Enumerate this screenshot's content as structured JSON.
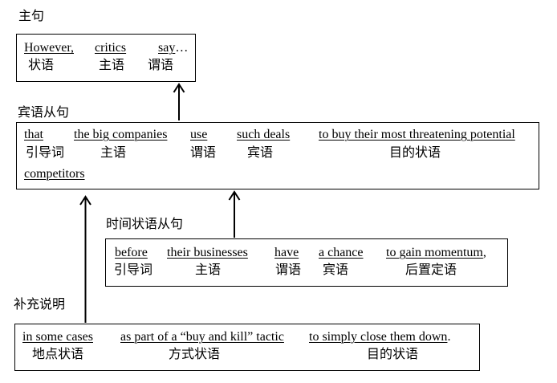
{
  "colors": {
    "ink": "#000000",
    "background": "#ffffff"
  },
  "main_clause": {
    "section_label": "主句",
    "segments": [
      {
        "text": "However,",
        "role": "状语"
      },
      {
        "text": "critics",
        "role": "主语"
      },
      {
        "text": "say",
        "suffix": "…",
        "role": "谓语"
      }
    ]
  },
  "object_clause": {
    "section_label": "宾语从句",
    "segments": [
      {
        "text": "that",
        "role": "引导词"
      },
      {
        "text": "the big companies",
        "role": "主语"
      },
      {
        "text": "use",
        "role": "谓语"
      },
      {
        "text": "such deals",
        "role": "宾语"
      },
      {
        "text": "to buy their most threatening potential",
        "role": "目的状语"
      },
      {
        "text": "competitors"
      }
    ]
  },
  "time_clause": {
    "section_label": "时间状语从句",
    "segments": [
      {
        "text": "before",
        "role": "引导词"
      },
      {
        "text": "their businesses",
        "role": "主语"
      },
      {
        "text": "have",
        "role": "谓语"
      },
      {
        "text": "a chance",
        "role": "宾语"
      },
      {
        "text": "to gain momentum",
        "suffix": ",",
        "role": "后置定语"
      }
    ]
  },
  "supplement": {
    "section_label": "补充说明",
    "segments": [
      {
        "text": "in some cases",
        "role": "地点状语"
      },
      {
        "text": "as part of a “buy and kill” tactic",
        "role": "方式状语"
      },
      {
        "text": "to simply close them down",
        "suffix": ".",
        "role": "目的状语"
      }
    ]
  }
}
